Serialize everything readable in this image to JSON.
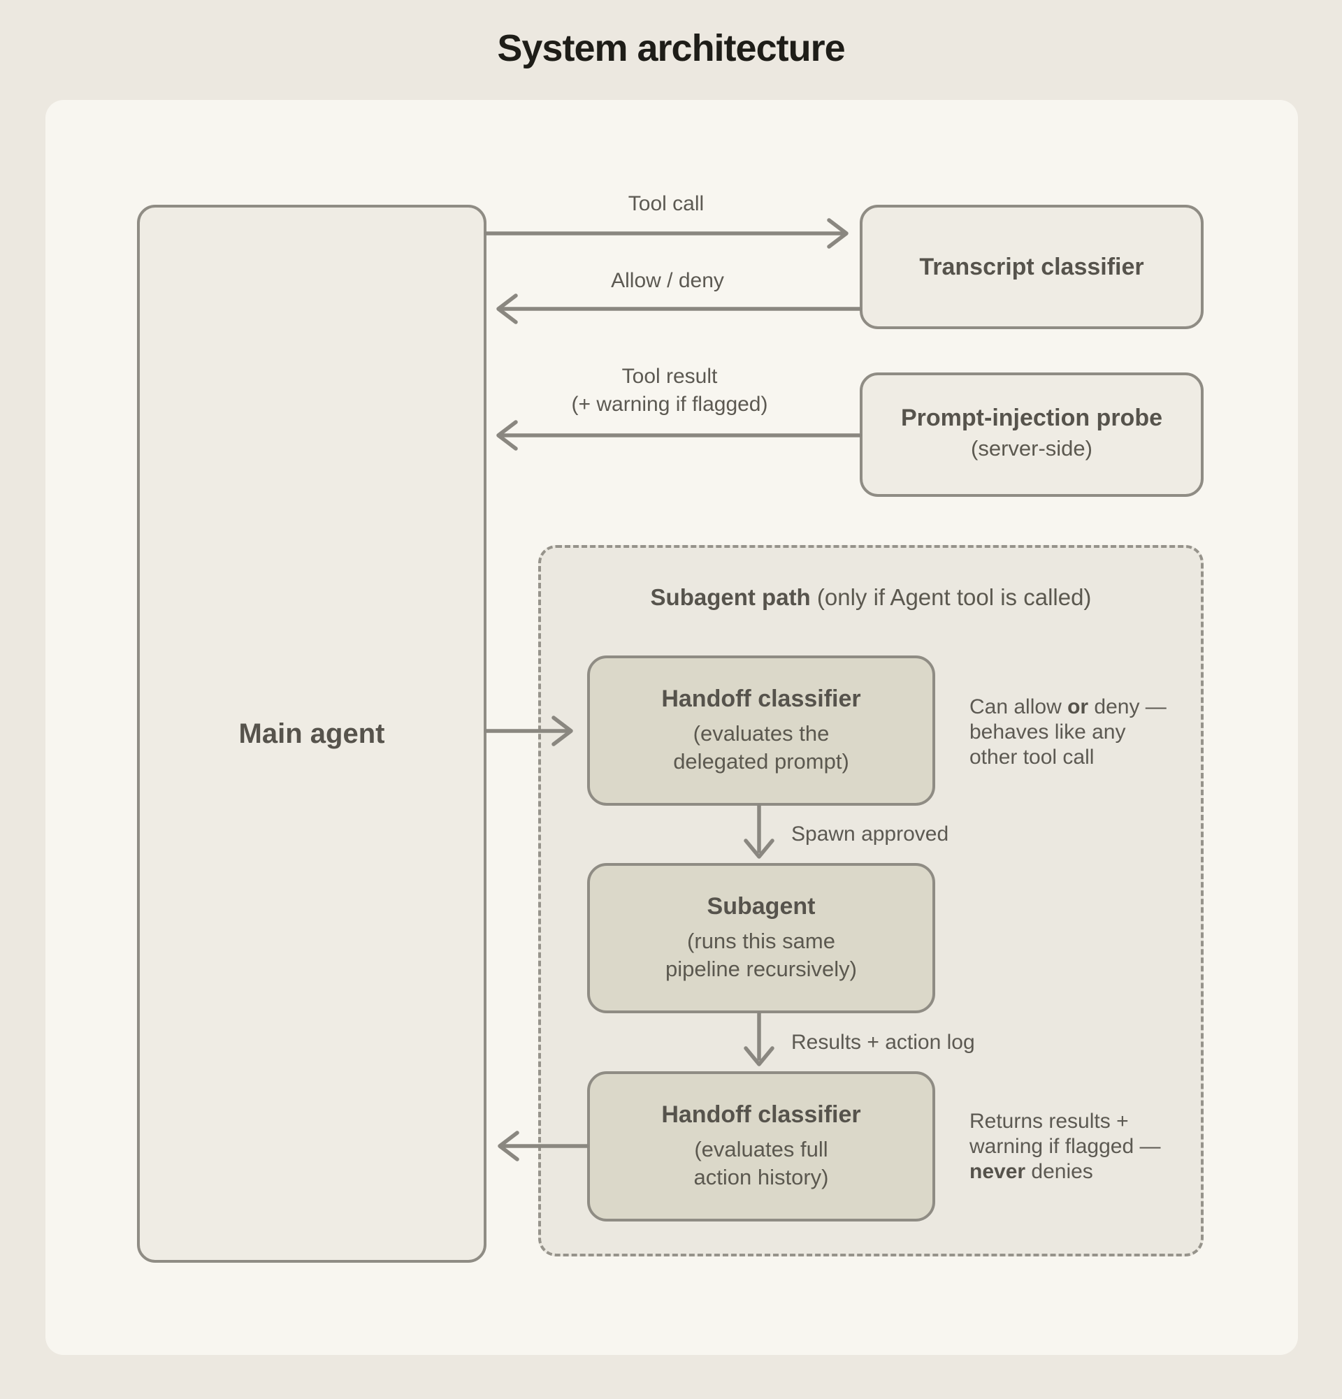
{
  "title": "System architecture",
  "colors": {
    "page_background": "#ece8e0",
    "panel_background": "#f8f6f0",
    "node_fill": "#efece4",
    "subagent_path_fill": "#ebe8e0",
    "inner_node_fill": "#dbd8c9",
    "border": "#8f8c84",
    "arrow": "#8a8780",
    "title_text": "#1e1d18",
    "label_text": "#56534c",
    "secondary_text": "#5c5952"
  },
  "nodes": {
    "main_agent": {
      "label": "Main agent"
    },
    "transcript_classifier": {
      "label": "Transcript classifier"
    },
    "prompt_injection_probe": {
      "label": "Prompt-injection probe",
      "sublabel": "(server-side)"
    }
  },
  "edges": {
    "tool_call": {
      "label": "Tool call"
    },
    "allow_deny": {
      "label": "Allow / deny"
    },
    "tool_result": {
      "label_line1": "Tool result",
      "label_line2": "(+ warning if flagged)"
    },
    "spawn_approved": {
      "label": "Spawn approved"
    },
    "results_action_log": {
      "label": "Results + action log"
    }
  },
  "subagent_path": {
    "header_bold": "Subagent path",
    "header_rest": " (only if Agent tool is called)",
    "handoff_classifier_top": {
      "label": "Handoff classifier",
      "sublabel_line1": "(evaluates the",
      "sublabel_line2": "delegated prompt)"
    },
    "subagent": {
      "label": "Subagent",
      "sublabel_line1": "(runs this same",
      "sublabel_line2": "pipeline recursively)"
    },
    "handoff_classifier_bottom": {
      "label": "Handoff classifier",
      "sublabel_line1": "(evaluates full",
      "sublabel_line2": "action history)"
    },
    "annotation_top": {
      "line1_pre": "Can allow ",
      "line1_bold": "or",
      "line1_post": " deny —",
      "line2": "behaves like any",
      "line3": "other tool call"
    },
    "annotation_bottom": {
      "line1": "Returns results +",
      "line2": "warning if flagged —",
      "line3_bold": "never",
      "line3_post": " denies"
    }
  }
}
